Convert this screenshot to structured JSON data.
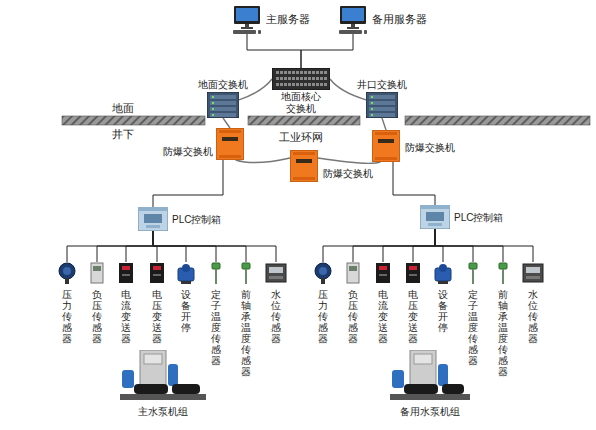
{
  "diagram": {
    "nodes": [
      {
        "text": [
          "主服务器"
        ]
      },
      {
        "text": [
          "备用服务器"
        ]
      },
      {
        "text": [
          "地面交换机"
        ]
      },
      {
        "text": [
          "地面核心 交换机"
        ]
      },
      {
        "text": [
          "井口交换机"
        ]
      },
      {
        "text": [
          "防爆交换机"
        ]
      },
      {
        "text": [
          "防爆交换机"
        ]
      },
      {
        "text": [
          "防爆交换机"
        ]
      },
      {
        "text": [
          "PLC控制箱"
        ]
      },
      {
        "text": [
          "PLC控制箱"
        ]
      },
      {
        "text": [
          "压力传感器"
        ]
      },
      {
        "text": [
          "负压传感器"
        ]
      },
      {
        "text": [
          "电流变送器"
        ]
      },
      {
        "text": [
          "电压变送器"
        ]
      },
      {
        "text": [
          "设备开停"
        ]
      },
      {
        "text": [
          "定子温度传感器"
        ]
      },
      {
        "text": [
          "前轴承温度传感器"
        ]
      },
      {
        "text": [
          "水位传感器"
        ]
      },
      {
        "text": [
          "压力传感器"
        ]
      },
      {
        "text": [
          "负压传感器"
        ]
      },
      {
        "text": [
          "电流变送器"
        ]
      },
      {
        "text": [
          "电压变送器"
        ]
      },
      {
        "text": [
          "设备开停"
        ]
      },
      {
        "text": [
          "定子温度传感器"
        ]
      },
      {
        "text": [
          "前轴承温度传感器"
        ]
      },
      {
        "text": [
          "水位传感器"
        ]
      },
      {
        "text": [
          "主水泵机组"
        ]
      },
      {
        "text": [
          "备用水泵机组"
        ]
      }
    ],
    "edges": [
      {
        "from": 0,
        "to": 3,
        "arrow": "none"
      },
      {
        "from": 1,
        "to": 3,
        "arrow": "none"
      },
      {
        "from": 2,
        "to": 3,
        "arrow": "none"
      },
      {
        "from": 3,
        "to": 4,
        "arrow": "none"
      },
      {
        "from": 4,
        "to": 7,
        "arrow": "none"
      },
      {
        "from": 7,
        "to": 6,
        "arrow": "none"
      },
      {
        "from": 6,
        "to": 5,
        "arrow": "none"
      },
      {
        "from": 5,
        "to": 2,
        "arrow": "none"
      },
      {
        "from": 5,
        "to": 8,
        "arrow": "none"
      },
      {
        "from": 7,
        "to": 9,
        "arrow": "none"
      },
      {
        "from": 8,
        "to": 10,
        "arrow": "none"
      },
      {
        "from": 8,
        "to": 11,
        "arrow": "none"
      },
      {
        "from": 8,
        "to": 12,
        "arrow": "none"
      },
      {
        "from": 8,
        "to": 13,
        "arrow": "none"
      },
      {
        "from": 8,
        "to": 14,
        "arrow": "none"
      },
      {
        "from": 8,
        "to": 15,
        "arrow": "none"
      },
      {
        "from": 8,
        "to": 16,
        "arrow": "none"
      },
      {
        "from": 8,
        "to": 17,
        "arrow": "none"
      },
      {
        "from": 9,
        "to": 18,
        "arrow": "none"
      },
      {
        "from": 9,
        "to": 19,
        "arrow": "none"
      },
      {
        "from": 9,
        "to": 20,
        "arrow": "none"
      },
      {
        "from": 9,
        "to": 21,
        "arrow": "none"
      },
      {
        "from": 9,
        "to": 22,
        "arrow": "none"
      },
      {
        "from": 9,
        "to": 23,
        "arrow": "none"
      },
      {
        "from": 9,
        "to": 24,
        "arrow": "none"
      },
      {
        "from": 9,
        "to": 25,
        "arrow": "none"
      }
    ],
    "labels": [
      "地面",
      "井下",
      "工业环网"
    ]
  }
}
